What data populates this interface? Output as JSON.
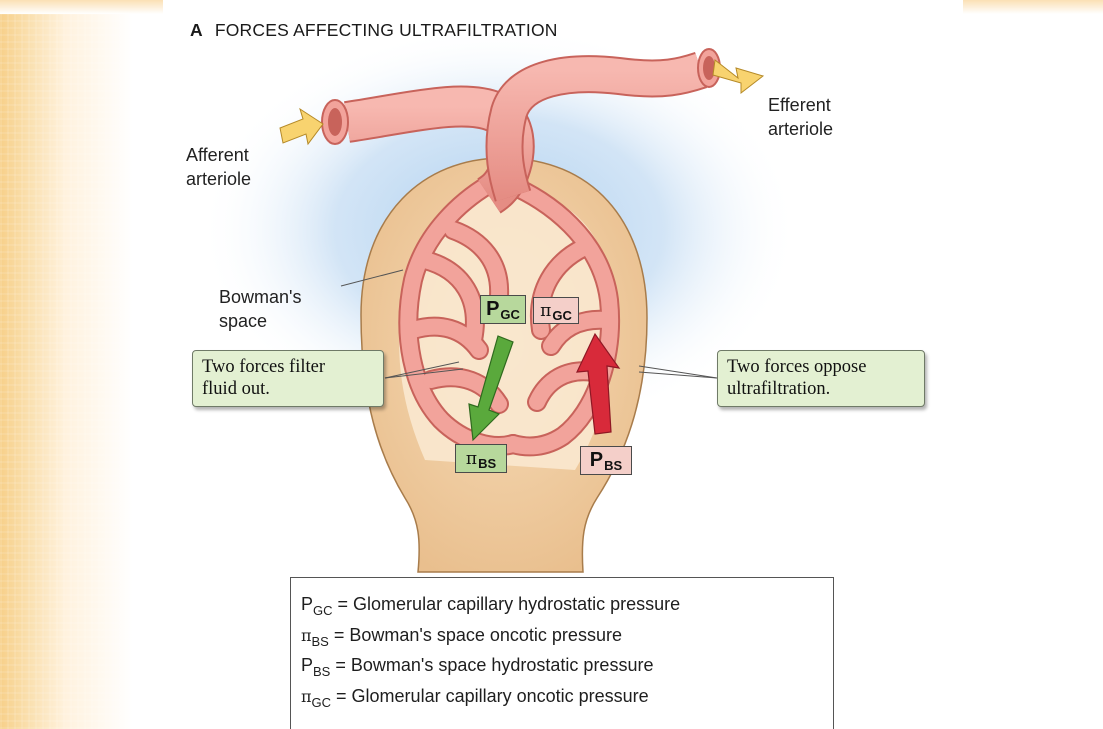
{
  "title": {
    "panel_letter": "A",
    "text": "FORCES AFFECTING ULTRAFILTRATION"
  },
  "labels": {
    "afferent_line1": "Afferent",
    "afferent_line2": "arteriole",
    "efferent_line1": "Efferent",
    "efferent_line2": "arteriole",
    "bowman_line1": "Bowman's",
    "bowman_line2": "space"
  },
  "callouts": {
    "filter_out": "Two forces filter\nfluid out.",
    "oppose": "Two forces oppose\nultrafiltration."
  },
  "forces": {
    "p_gc": {
      "symbol": "P",
      "subscript": "GC",
      "color": "green"
    },
    "pi_gc": {
      "symbol": "π",
      "subscript": "GC",
      "color": "pink"
    },
    "pi_bs": {
      "symbol": "π",
      "subscript": "BS",
      "color": "green"
    },
    "p_bs": {
      "symbol": "P",
      "subscript": "BS",
      "color": "pink"
    }
  },
  "legend": [
    {
      "symbol": "P",
      "subscript": "GC",
      "definition": "= Glomerular capillary hydrostatic pressure"
    },
    {
      "symbol": "π",
      "subscript": "BS",
      "definition": "= Bowman's space oncotic pressure"
    },
    {
      "symbol": "P",
      "subscript": "BS",
      "definition": "= Bowman's space hydrostatic pressure"
    },
    {
      "symbol": "π",
      "subscript": "GC",
      "definition": "= Glomerular capillary oncotic pressure"
    }
  ],
  "colors": {
    "vessel": "#f2a39b",
    "vessel_dark": "#c8635b",
    "capsule": "#f1cfa4",
    "capsule_inner": "#fae8cf",
    "halo": "#bcd8f1",
    "callout_bg": "#e3f0d2",
    "arrow_green": "#5aa93c",
    "arrow_red": "#d82a3a",
    "flow_arrow": "#f8d36f"
  }
}
